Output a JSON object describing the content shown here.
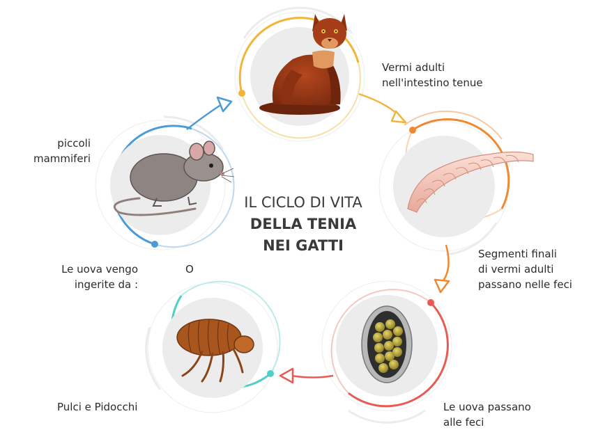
{
  "title": {
    "line1": "IL CICLO DI VITA",
    "line2": "DELLA TENIA",
    "line3": "NEI GATTI"
  },
  "stages": [
    {
      "label_lines": [
        "Vermi adulti",
        "nell'intestino tenue"
      ],
      "icon": "cat-icon",
      "color": "#f2b53a"
    },
    {
      "label_lines": [
        "Segmenti finali",
        "di vermi adulti",
        "passano nelle feci"
      ],
      "icon": "larva-icon",
      "color": "#f0882f"
    },
    {
      "label_lines": [
        "Le uova passano",
        "alle feci"
      ],
      "icon": "egg-capsule-icon",
      "color": "#e85a52"
    },
    {
      "label_lines": [
        "Pulci e Pidocchi"
      ],
      "icon": "flea-icon",
      "color": "#4fcfc7"
    },
    {
      "label_lines": [
        "piccoli",
        "mammiferi"
      ],
      "icon": "mouse-icon",
      "color": "#4a9bd6"
    }
  ],
  "connector": {
    "label_lines": [
      "Le uova vengo",
      "ingerite da :"
    ],
    "or_text": "O"
  }
}
